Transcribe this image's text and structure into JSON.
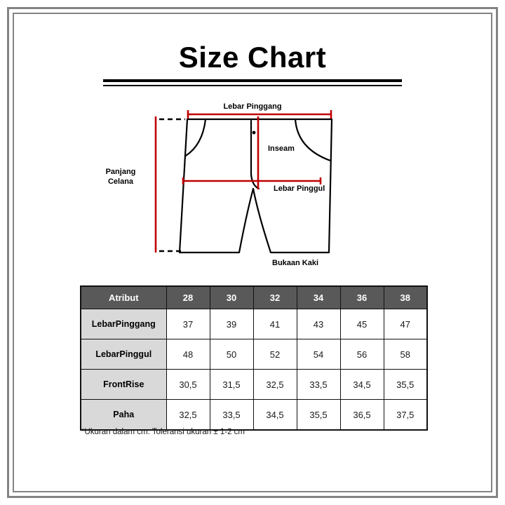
{
  "page": {
    "title": "Size Chart"
  },
  "diagram": {
    "labels": {
      "waist": "Lebar Pinggang",
      "length": "Panjang Celana",
      "inseam": "Inseam",
      "hip": "Lebar Pinggul",
      "leg_opening": "Bukaan Kaki"
    }
  },
  "table": {
    "header": [
      "Atribut",
      "28",
      "30",
      "32",
      "34",
      "36",
      "38"
    ],
    "rows": [
      {
        "label": "LebarPinggang",
        "values": [
          "37",
          "39",
          "41",
          "43",
          "45",
          "47"
        ]
      },
      {
        "label": "LebarPinggul",
        "values": [
          "48",
          "50",
          "52",
          "54",
          "56",
          "58"
        ]
      },
      {
        "label": "FrontRise",
        "values": [
          "30,5",
          "31,5",
          "32,5",
          "33,5",
          "34,5",
          "35,5"
        ]
      },
      {
        "label": "Paha",
        "values": [
          "32,5",
          "33,5",
          "34,5",
          "35,5",
          "36,5",
          "37,5"
        ]
      }
    ],
    "footnote": "*Ukuran dalam cm. Toleransi ukuran ± 1-2 cm"
  },
  "colors": {
    "measure_red": "#c00000",
    "header_bg": "#595959",
    "attr_bg": "#d9d9d9",
    "frame_gray": "#848484"
  }
}
